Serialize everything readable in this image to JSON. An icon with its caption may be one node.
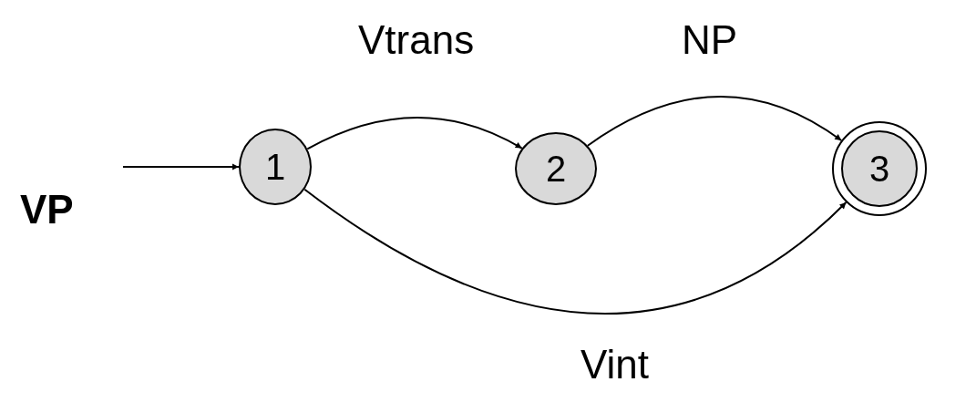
{
  "diagram": {
    "nodes": [
      {
        "text": [
          "1"
        ]
      },
      {
        "text": [
          "2"
        ]
      },
      {
        "text": [
          "3"
        ]
      }
    ],
    "edges": [
      {
        "from": null,
        "to": 0,
        "arrow": "to"
      },
      {
        "from": 0,
        "to": 1,
        "arrow": "to",
        "label": "Vtrans"
      },
      {
        "from": 1,
        "to": 2,
        "arrow": "to",
        "label": "NP"
      },
      {
        "from": 0,
        "to": 2,
        "arrow": "to",
        "label": "Vint"
      }
    ],
    "labels": [
      "VP"
    ]
  }
}
